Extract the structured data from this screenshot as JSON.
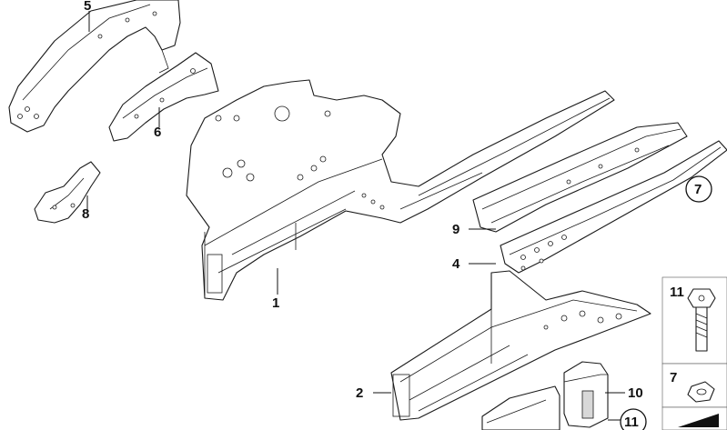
{
  "callouts": {
    "c1": "1",
    "c2": "2",
    "c4": "4",
    "c5": "5",
    "c6": "6",
    "c7": "7",
    "c8": "8",
    "c9": "9",
    "c10": "10",
    "c11_bottom": "11"
  },
  "legend": {
    "item_11": "11",
    "item_7": "7"
  },
  "colors": {
    "line": "#1a1a1a",
    "background": "#ffffff",
    "shade": "#d8d8d8"
  }
}
